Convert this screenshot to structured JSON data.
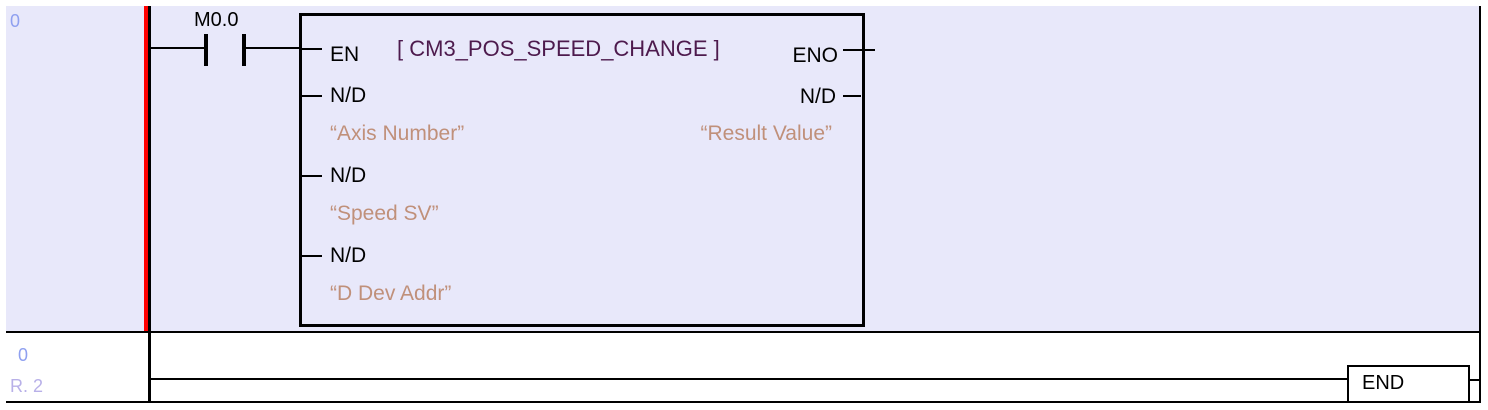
{
  "rungs": [
    {
      "step_number": "0",
      "contact": {
        "address": "M0.0",
        "type": "normally-open"
      },
      "function_block": {
        "name": "[ CM3_POS_SPEED_CHANGE ]",
        "inputs": [
          {
            "pin": "EN"
          },
          {
            "pin": "N/D",
            "comment": "“Axis Number”"
          },
          {
            "pin": "N/D",
            "comment": "“Speed SV”"
          },
          {
            "pin": "N/D",
            "comment": "“D Dev Addr”"
          }
        ],
        "outputs": [
          {
            "pin": "ENO"
          },
          {
            "pin": "N/D",
            "comment": "“Result Value”"
          }
        ]
      }
    },
    {
      "step_number": "0",
      "rung_label": "R. 2",
      "instruction": "END"
    }
  ],
  "colors": {
    "rung_bg": "#e8e8fa",
    "power_rail": "#ff0000",
    "step_number": "#8fa0f0",
    "comment": "#c0907a",
    "block_title": "#4d1a4d"
  }
}
